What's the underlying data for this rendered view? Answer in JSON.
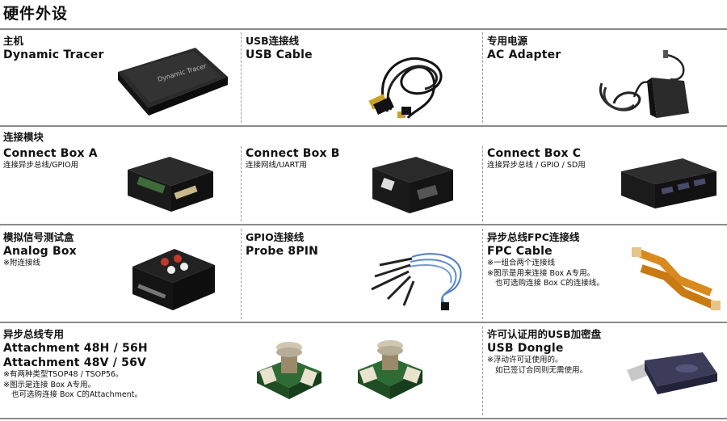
{
  "page": {
    "title": "硬件外设"
  },
  "items": [
    {
      "cn": "主机",
      "en": "Dynamic Tracer",
      "notes": []
    },
    {
      "cn": "USB连接线",
      "en": "USB Cable",
      "notes": []
    },
    {
      "cn": "专用电源",
      "en": "AC Adapter",
      "notes": []
    },
    {
      "group_cn": "连接模块",
      "en": "Connect Box A",
      "notes": [
        "连接异步总线/GPIO用"
      ]
    },
    {
      "en": "Connect Box B",
      "notes": [
        "连接网线/UART用"
      ]
    },
    {
      "en": "Connect Box C",
      "notes": [
        "连接异步总线 / GPIO / SD用"
      ]
    },
    {
      "cn": "模拟信号测试盒",
      "en": "Analog Box",
      "notes": [
        "※附连接线"
      ]
    },
    {
      "cn": "GPIO连接线",
      "en": "Probe 8PIN",
      "notes": []
    },
    {
      "cn": "异步总线FPC连接线",
      "en": "FPC Cable",
      "notes": [
        "※一组合两个连接线",
        "※图示是用来连接 Box A专用。",
        "也可选购连接 Box C的连接线。"
      ]
    },
    {
      "cn": "异步总线专用",
      "en": [
        "Attachment 48H / 56H",
        "Attachment 48V / 56V"
      ],
      "notes": [
        "※有两种类型TSOP48 / TSOP56。",
        "※图示是连接 Box A专用。",
        "也可选购连接 Box C的Attachment。"
      ]
    },
    {
      "cn": "许可认证用的USB加密盘",
      "en": "USB Dongle",
      "notes": [
        "※浮动许可证使用的。",
        "如已签订合同则无需使用。"
      ]
    }
  ],
  "labels": {
    "device_brand": "Dynamic Tracer"
  },
  "colors": {
    "rule": "#8a8a8a",
    "divider": "#9a9a9a",
    "device": "#1b1b1b",
    "fpc": "#d98a1e",
    "probe": "#4f7ec2"
  }
}
